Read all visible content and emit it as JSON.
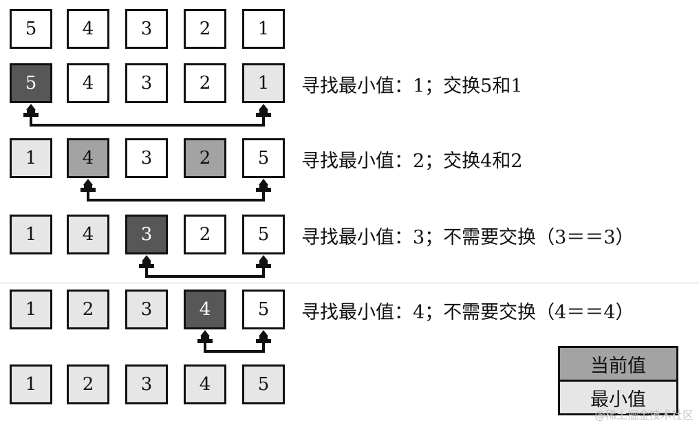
{
  "rows": [
    {
      "values": [
        "5",
        "4",
        "3",
        "2",
        "1"
      ],
      "shades": [
        "white",
        "white",
        "white",
        "white",
        "white"
      ],
      "caption": "",
      "swap": null
    },
    {
      "values": [
        "5",
        "4",
        "3",
        "2",
        "1"
      ],
      "shades": [
        "dark",
        "white",
        "white",
        "white",
        "light"
      ],
      "caption": "寻找最小值：1；交换5和1",
      "swap": [
        0,
        4
      ]
    },
    {
      "values": [
        "1",
        "4",
        "3",
        "2",
        "5"
      ],
      "shades": [
        "light",
        "mid",
        "white",
        "mid",
        "white"
      ],
      "caption": "寻找最小值：2；交换4和2",
      "swap": [
        1,
        4
      ]
    },
    {
      "values": [
        "1",
        "4",
        "3",
        "2",
        "5"
      ],
      "shades": [
        "light",
        "light",
        "dark",
        "white",
        "white"
      ],
      "caption": "寻找最小值：3；不需要交换（3＝＝3）",
      "swap": [
        2,
        4
      ]
    },
    {
      "values": [
        "1",
        "2",
        "3",
        "4",
        "5"
      ],
      "shades": [
        "light",
        "light",
        "light",
        "dark",
        "white"
      ],
      "caption": "寻找最小值：4；不需要交换（4＝＝4）",
      "swap": [
        3,
        4
      ]
    },
    {
      "values": [
        "1",
        "2",
        "3",
        "4",
        "5"
      ],
      "shades": [
        "light",
        "light",
        "light",
        "light",
        "light"
      ],
      "caption": "",
      "swap": null
    }
  ],
  "legend": {
    "current_label": "当前值",
    "min_label": "最小值",
    "current_color": "#a3a3a3",
    "min_color": "#e6e6e6"
  },
  "watermark": "@稀土掘金技术社区"
}
